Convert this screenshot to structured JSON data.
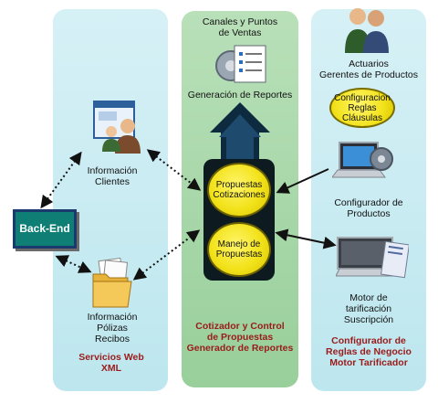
{
  "left_panel": {
    "info_clients": [
      "Información",
      "Clientes"
    ],
    "info_policies": [
      "Información",
      "Pólizas",
      "Recibos"
    ],
    "footer": [
      "Servicios Web",
      "XML"
    ]
  },
  "middle_panel": {
    "header": [
      "Canales y Puntos",
      "de Ventas"
    ],
    "reports": "Generación de Reportes",
    "light_top": [
      "Propuestas",
      "Cotizaciones"
    ],
    "light_bottom": [
      "Manejo de",
      "Propuestas"
    ],
    "footer": [
      "Cotizador y Control",
      "de Propuestas",
      "Generador de Reportes"
    ]
  },
  "right_panel": {
    "actuaries": [
      "Actuarios",
      "Gerentes de Productos"
    ],
    "rules": [
      "Configuracion",
      "Reglas",
      "Cláusulas"
    ],
    "product_config": [
      "Configurador de",
      "Productos"
    ],
    "engine": [
      "Motor de",
      "tarificación",
      "Suscripción"
    ],
    "footer": [
      "Configurador de",
      "Reglas de Negocio",
      "Motor Tarificador"
    ]
  },
  "backend": {
    "label": "Back-End"
  },
  "colors": {
    "left_panel": "#c9ecf2",
    "middle_panel": "#a9d8aa",
    "footer_text": "#9a1b1b",
    "backend_fill": "#0f7f76",
    "bulb": "#f2e21a",
    "arrow": "#0d2a3f"
  },
  "icons": [
    "user-window-icon",
    "folder-documents-icon",
    "gear-checklist-icon",
    "users-icon",
    "laptop-gear-icon",
    "notebook-icon",
    "up-arrow-icon"
  ]
}
